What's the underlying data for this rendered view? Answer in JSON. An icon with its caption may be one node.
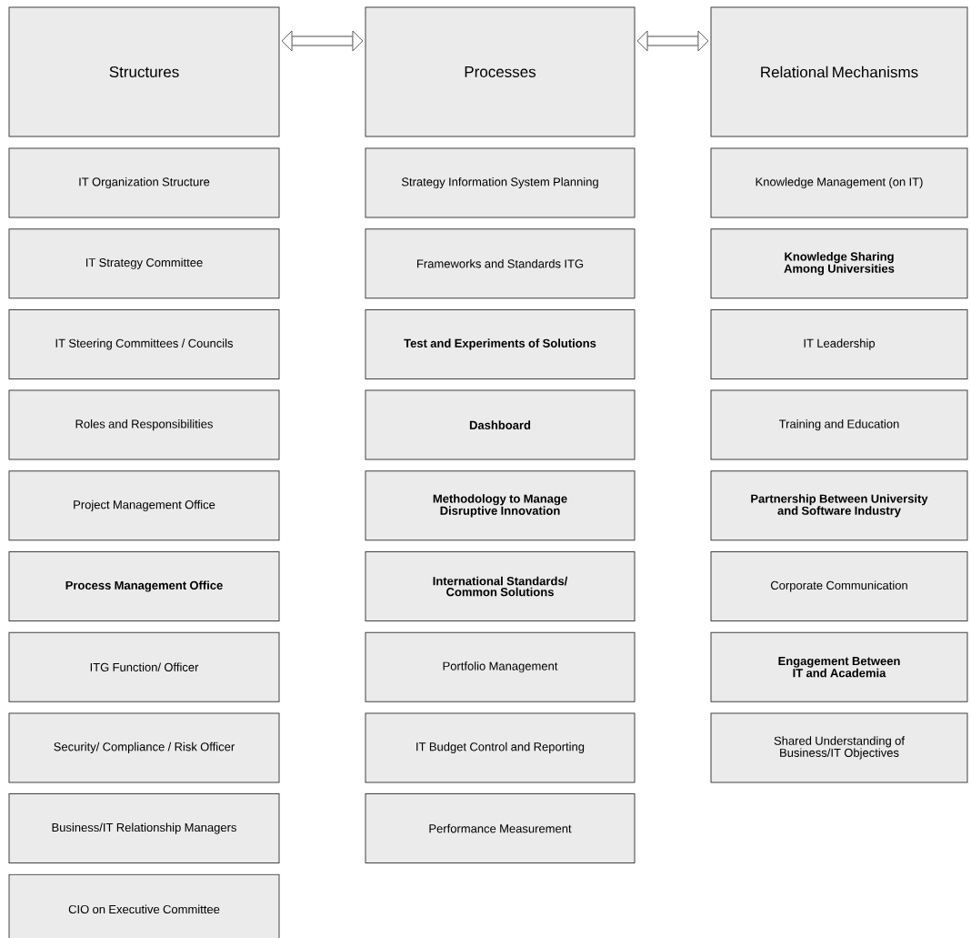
{
  "diagram": {
    "nodes": [
      {
        "text": [
          "Structures"
        ]
      },
      {
        "text": [
          "Processes"
        ]
      },
      {
        "text": [
          "Relational Mechanisms"
        ]
      },
      {
        "text": [
          "IT Organization Structure"
        ]
      },
      {
        "text": [
          "IT Strategy Committee"
        ]
      },
      {
        "text": [
          "IT Steering Committees / Councils"
        ]
      },
      {
        "text": [
          "Roles and Responsibilities"
        ]
      },
      {
        "text": [
          "Project Management Office"
        ]
      },
      {
        "text": [
          "Process Management Office"
        ]
      },
      {
        "text": [
          "ITG Function/ Officer"
        ]
      },
      {
        "text": [
          "Security/ Compliance / Risk Officer"
        ]
      },
      {
        "text": [
          "Business/IT Relationship Managers"
        ]
      },
      {
        "text": [
          "CIO on Executive Committee"
        ]
      },
      {
        "text": [
          "Strategy Information System Planning"
        ]
      },
      {
        "text": [
          "Frameworks and Standards ITG"
        ]
      },
      {
        "text": [
          "Test and Experiments of Solutions"
        ]
      },
      {
        "text": [
          "Dashboard"
        ]
      },
      {
        "text": [
          "Methodology to Manage Disruptive Innovation"
        ]
      },
      {
        "text": [
          "International Standards/ Common Solutions"
        ]
      },
      {
        "text": [
          "Portfolio Management"
        ]
      },
      {
        "text": [
          "IT Budget Control and Reporting"
        ]
      },
      {
        "text": [
          "Performance Measurement"
        ]
      },
      {
        "text": [
          "Knowledge Management (on IT)"
        ]
      },
      {
        "text": [
          "Knowledge Sharing Among Universities"
        ]
      },
      {
        "text": [
          "IT Leadership"
        ]
      },
      {
        "text": [
          "Training and Education"
        ]
      },
      {
        "text": [
          "Partnership Between University and Software Industry"
        ]
      },
      {
        "text": [
          "Corporate Communication"
        ]
      },
      {
        "text": [
          "Engagement Between IT and Academia"
        ]
      },
      {
        "text": [
          "Shared Understanding of Business/IT Objectives"
        ]
      }
    ],
    "edges": [
      {
        "from": 0,
        "to": 1,
        "arrow": "both"
      },
      {
        "from": 1,
        "to": 2,
        "arrow": "both"
      }
    ]
  }
}
